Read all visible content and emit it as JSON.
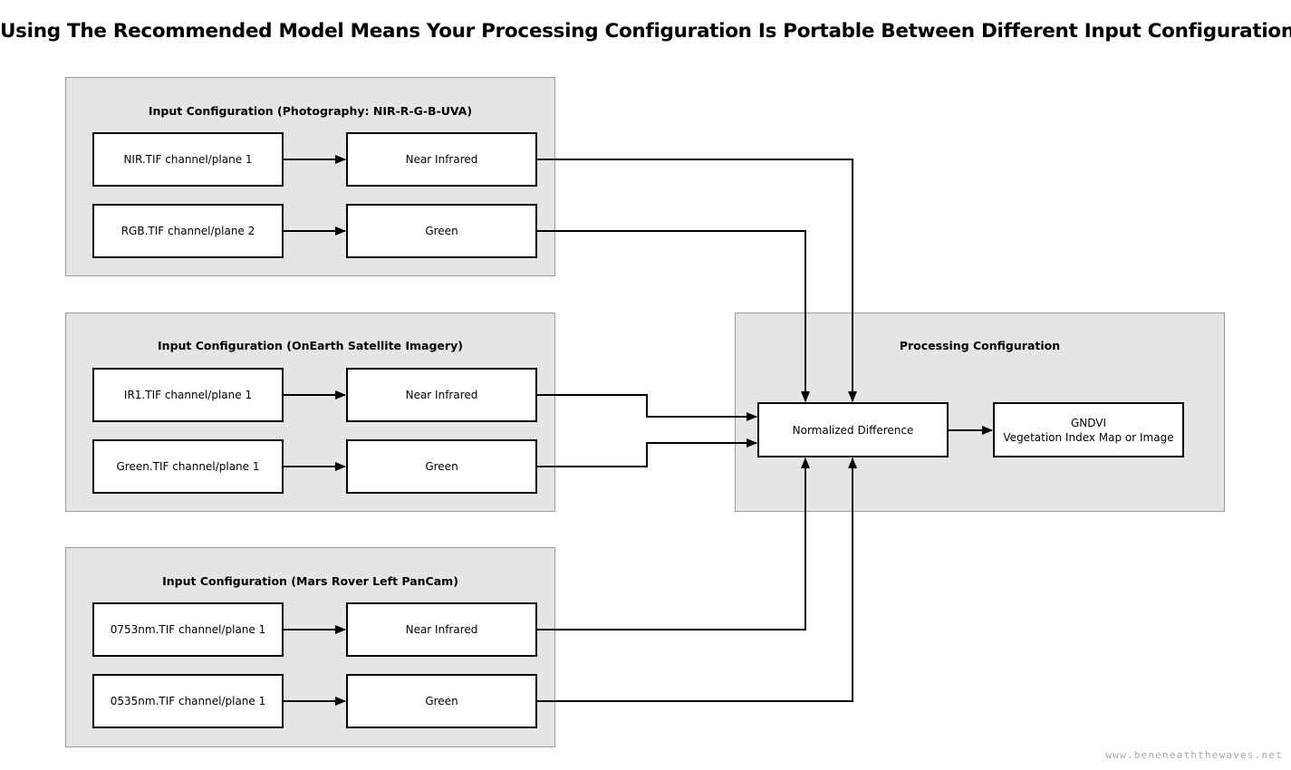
{
  "title": "Using The Recommended Model Means Your Processing Configuration Is Portable Between Different Input Configurations",
  "watermark": "www.beneneaththewaves.net",
  "groups": [
    {
      "label": "Input Configuration (Photography: NIR-R-G-B-UVA)",
      "rows": [
        {
          "source": "NIR.TIF channel/plane 1",
          "target": "Near Infrared"
        },
        {
          "source": "RGB.TIF channel/plane 2",
          "target": "Green"
        }
      ]
    },
    {
      "label": "Input Configuration (OnEarth Satellite Imagery)",
      "rows": [
        {
          "source": "IR1.TIF channel/plane 1",
          "target": "Near Infrared"
        },
        {
          "source": "Green.TIF channel/plane 1",
          "target": "Green"
        }
      ]
    },
    {
      "label": "Input Configuration (Mars Rover Left PanCam)",
      "rows": [
        {
          "source": "0753nm.TIF channel/plane 1",
          "target": "Near Infrared"
        },
        {
          "source": "0535nm.TIF channel/plane 1",
          "target": "Green"
        }
      ]
    }
  ],
  "processing": {
    "label": "Processing Configuration",
    "operation": "Normalized Difference",
    "output_line1": "GNDVI",
    "output_line2": "Vegetation Index Map or Image"
  }
}
